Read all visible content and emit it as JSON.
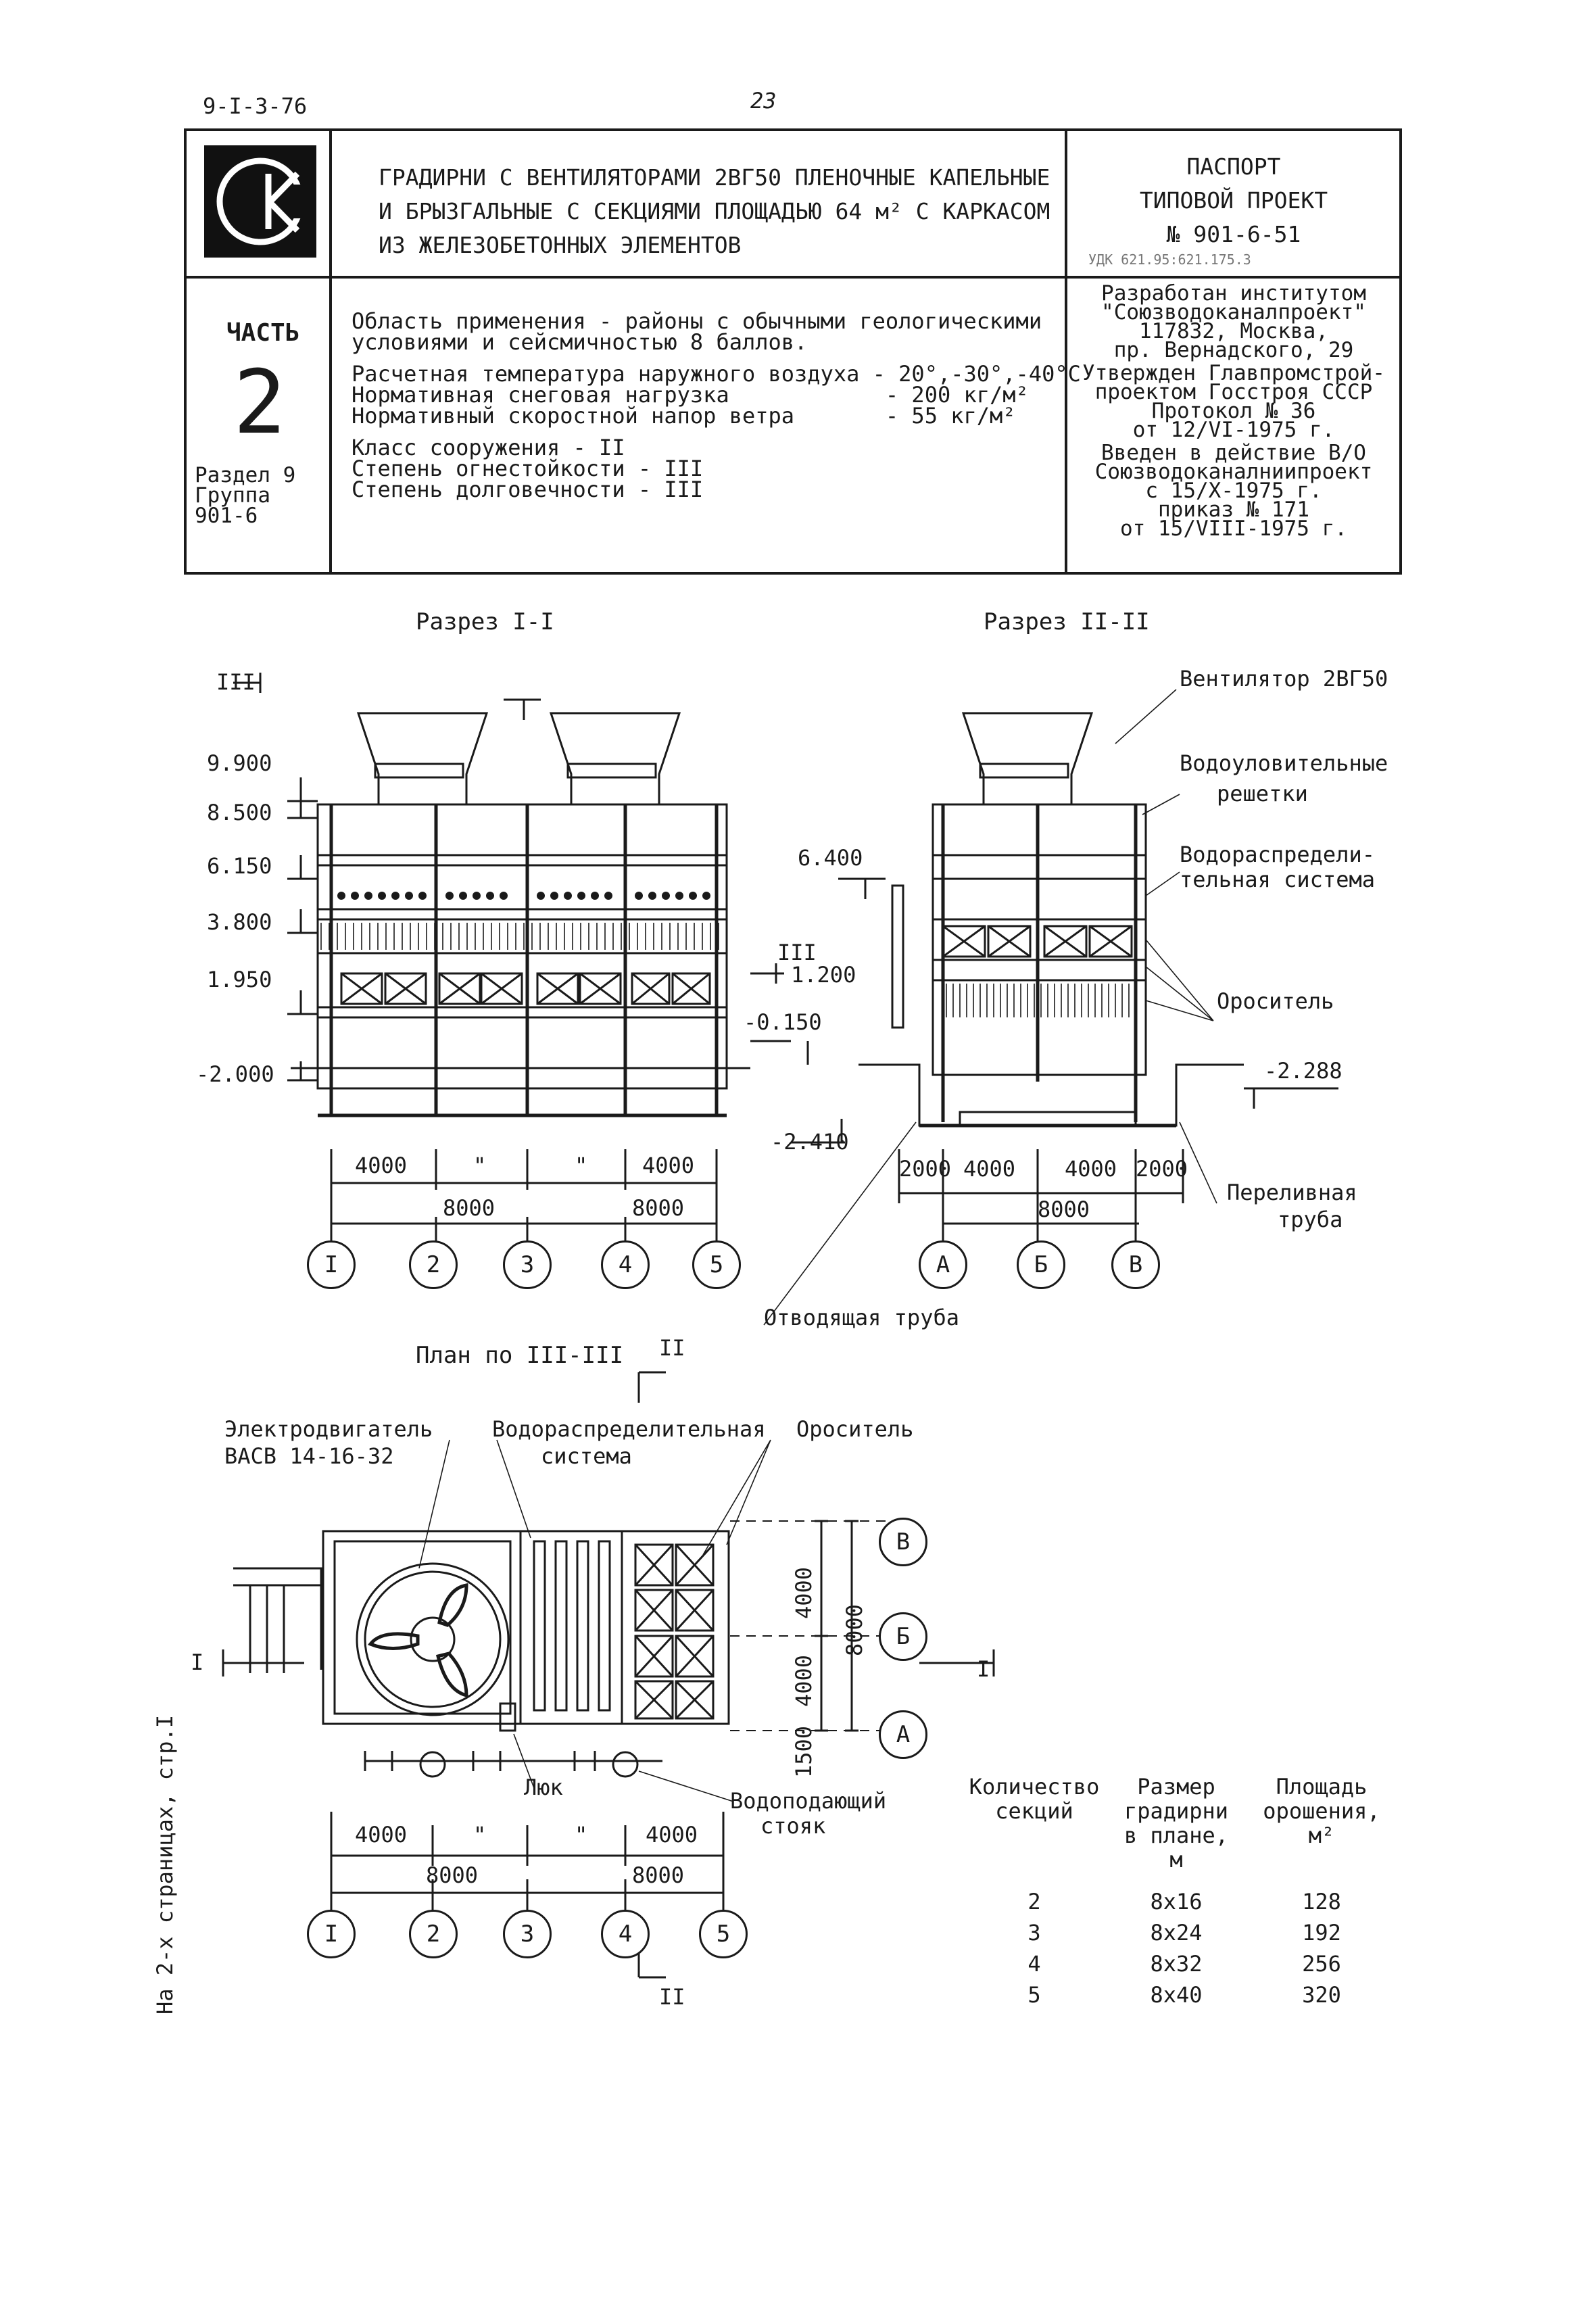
{
  "page": {
    "doc_code": "9-I-3-76",
    "page_number": "23",
    "side_note": "На 2-х страницах, стр.I"
  },
  "header": {
    "title_lines": [
      "ГРАДИРНИ С ВЕНТИЛЯТОРАМИ 2ВГ50 ПЛЕНОЧНЫЕ КАПЕЛЬНЫЕ",
      "И БРЫЗГАЛЬНЫЕ С СЕКЦИЯМИ ПЛОЩАДЬЮ 64 м² С КАРКАСОМ",
      "ИЗ ЖЕЛЕЗОБЕТОННЫХ ЭЛЕМЕНТОВ"
    ],
    "passport_lines": [
      "ПАСПОРТ",
      "ТИПОВОЙ ПРОЕКТ",
      "№ 901-6-51"
    ],
    "udk": "УДК 621.95:621.175.3",
    "part_label": "ЧАСТЬ",
    "part_number": "2",
    "section_lines": [
      "Раздел 9",
      "Группа",
      "901-6"
    ],
    "spec_lines": [
      "Область применения - районы с обычными геологическими",
      "условиями и сейсмичностью 8 баллов.",
      "Расчетная температура наружного воздуха - 20°,-30°,-40°C",
      "Нормативная снеговая нагрузка            - 200 кг/м²",
      "Нормативный скоростной напор ветра       - 55 кг/м²",
      "Класс сооружения  -  II",
      "Степень огнестойкости - III",
      "Степень долговечности - III"
    ],
    "org_lines": [
      "Разработан институтом",
      "\"Союзводоканалпроект\"",
      "117832, Москва,",
      "пр. Вернадского, 29",
      "Утвержден Главпромстрой-",
      "проектом Госстроя СССР",
      "Протокол № 36",
      "от 12/VI-1975 г.",
      "Введен в действие В/О",
      "Союзводоканалниипроект",
      "с 15/X-1975 г.",
      "приказ № 171",
      "от 15/VIII-1975 г."
    ]
  },
  "section1": {
    "title": "Разрез I-I",
    "levels": [
      "9.900",
      "8.500",
      "6.150",
      "3.800",
      "1.950",
      "-2.000",
      "-0.150",
      "1.200"
    ],
    "dims": [
      "4000",
      "\"",
      "\"",
      "4000",
      "8000",
      "8000"
    ],
    "axes": [
      "I",
      "2",
      "3",
      "4",
      "5"
    ],
    "cut_mark": "III"
  },
  "section2": {
    "title": "Разрез II-II",
    "levels": [
      "6.400",
      "-2.288",
      "-2.410"
    ],
    "dims": [
      "2000",
      "4000",
      "4000",
      "2000",
      "8000"
    ],
    "axes": [
      "А",
      "Б",
      "В"
    ],
    "labels": {
      "fan": "Вентилятор 2ВГ50",
      "grid1": "Водоуловительные",
      "grid2": "решетки",
      "dist1": "Водораспредели-",
      "dist2": "тельная система",
      "sprinkler": "Ороситель",
      "overflow1": "Переливная",
      "overflow2": "труба",
      "drain": "Отводящая труба"
    }
  },
  "plan": {
    "title": "План по III-III",
    "labels": {
      "motor1": "Электродвигатель",
      "motor2": "ВАСВ 14-16-32",
      "dist1": "Водораспределительная",
      "dist2": "система",
      "sprinkler": "Ороситель",
      "hatch": "Люк",
      "riser1": "Водоподающий",
      "riser2": "стояк"
    },
    "dims": [
      "4000",
      "\"",
      "\"",
      "4000",
      "8000",
      "8000"
    ],
    "vdims": [
      "1500",
      "4000",
      "4000",
      "8000"
    ],
    "axes": [
      "I",
      "2",
      "3",
      "4",
      "5"
    ],
    "row_axes": [
      "В",
      "Б",
      "А"
    ],
    "cut_marks": [
      "II",
      "II",
      "I",
      "I"
    ]
  },
  "table": {
    "headers": [
      [
        "Количество",
        "секций"
      ],
      [
        "Размер",
        "градирни",
        "в плане,",
        "м"
      ],
      [
        "Площадь",
        "орошения,",
        "м²"
      ]
    ],
    "rows": [
      [
        "2",
        "8x16",
        "128"
      ],
      [
        "3",
        "8x24",
        "192"
      ],
      [
        "4",
        "8x32",
        "256"
      ],
      [
        "5",
        "8x40",
        "320"
      ]
    ]
  }
}
